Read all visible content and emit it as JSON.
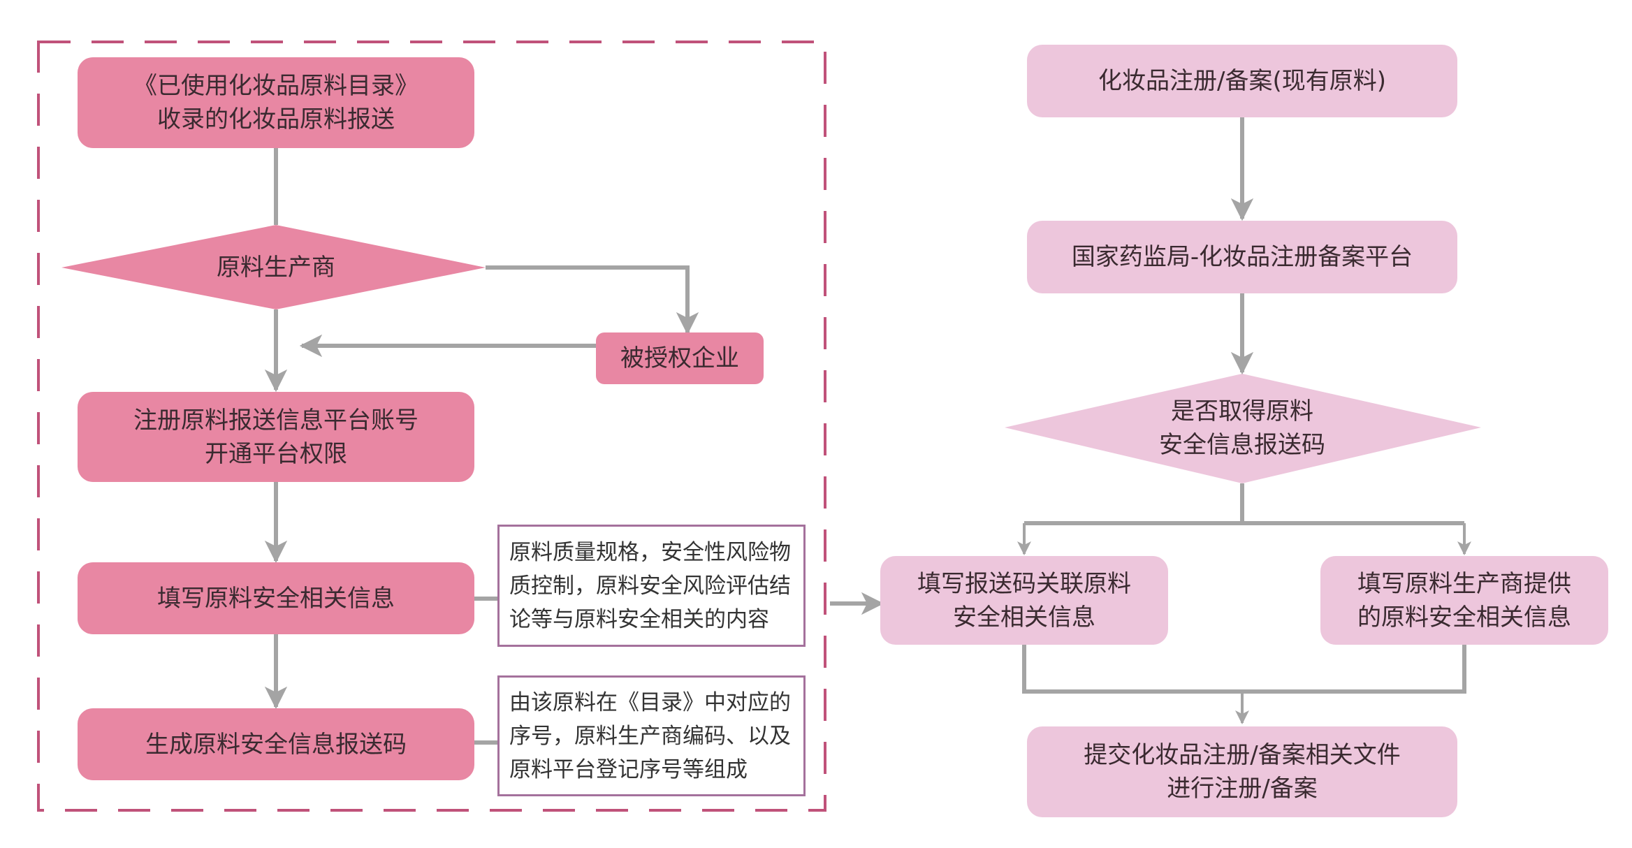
{
  "colors": {
    "dark_fill": "#e887a3",
    "light_fill": "#edc6dc",
    "connector": "#a4a4a4",
    "dashed_border": "#c0527a",
    "note_border": "#a4719c"
  },
  "left_flow": {
    "catalog_submission": "《已使用化妆品原料目录》\n收录的化妆品原料报送",
    "manufacturer_decision": "原料生产商",
    "authorized_enterprise": "被授权企业",
    "register_account": "注册原料报送信息平台账号\n开通平台权限",
    "fill_safety_info": "填写原料安全相关信息",
    "generate_code": "生成原料安全信息报送码"
  },
  "notes": {
    "safety_info_note": "原料质量规格，安全性风险物\n质控制，原料安全风险评估结\n论等与原料安全相关的内容",
    "code_note": "由该原料在《目录》中对应的\n序号，原料生产商编码、以及\n原料平台登记序号等组成"
  },
  "right_flow": {
    "cosmetic_registration": "化妆品注册/备案(现有原料)",
    "nmpa_platform": "国家药监局-化妆品注册备案平台",
    "code_obtained_decision": "是否取得原料\n安全信息报送码",
    "fill_code_info": "填写报送码关联原料\n安全相关信息",
    "fill_manufacturer_info": "填写原料生产商提供\n的原料安全相关信息",
    "submit_documents": "提交化妆品注册/备案相关文件\n进行注册/备案"
  }
}
